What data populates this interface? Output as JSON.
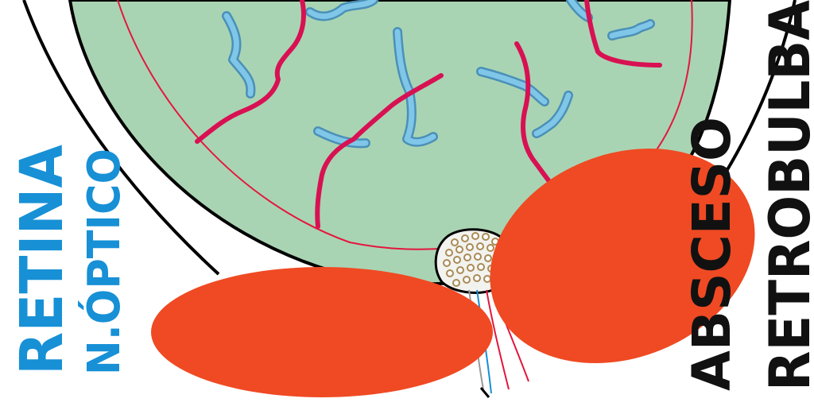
{
  "labels": {
    "retina": "RETINA",
    "optic_nerve": "n.ÓPTICO",
    "abscess": "ABSCESO",
    "retrobulbar": "RETROBULBA"
  },
  "colors": {
    "globe_fill": "#a9d4b3",
    "globe_outline": "#000000",
    "retina_line": "#e3173e",
    "vein": "#7fc6e8",
    "vein_outline": "#4a90b8",
    "artery": "#d81153",
    "abscess": "#ef4a23",
    "blue_text": "#1790d6",
    "black_text": "#111111",
    "nerve_fill": "#f2f2ee",
    "nerve_dots": "#a88a55"
  }
}
